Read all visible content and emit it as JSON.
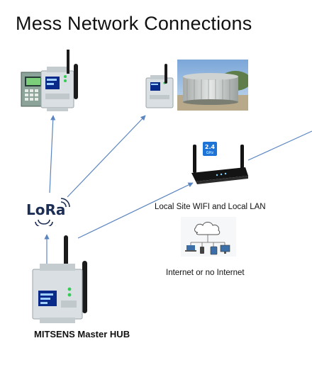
{
  "title": "Mess Network Connections",
  "nodes": {
    "lora": {
      "logo_text": "LoRa"
    },
    "wifi_router": {
      "badge_top": "2.4",
      "badge_bottom": "GHz",
      "label": "Local Site WIFI and Local LAN"
    },
    "internet": {
      "label": "Internet or no Internet"
    },
    "master_hub": {
      "label": "MITSENS Master HUB"
    }
  },
  "colors": {
    "connector": "#5b85c0",
    "device_body": "#d9dfe3",
    "screen": "#0a2a8a",
    "router": "#141414",
    "badge": "#1e73d6"
  }
}
